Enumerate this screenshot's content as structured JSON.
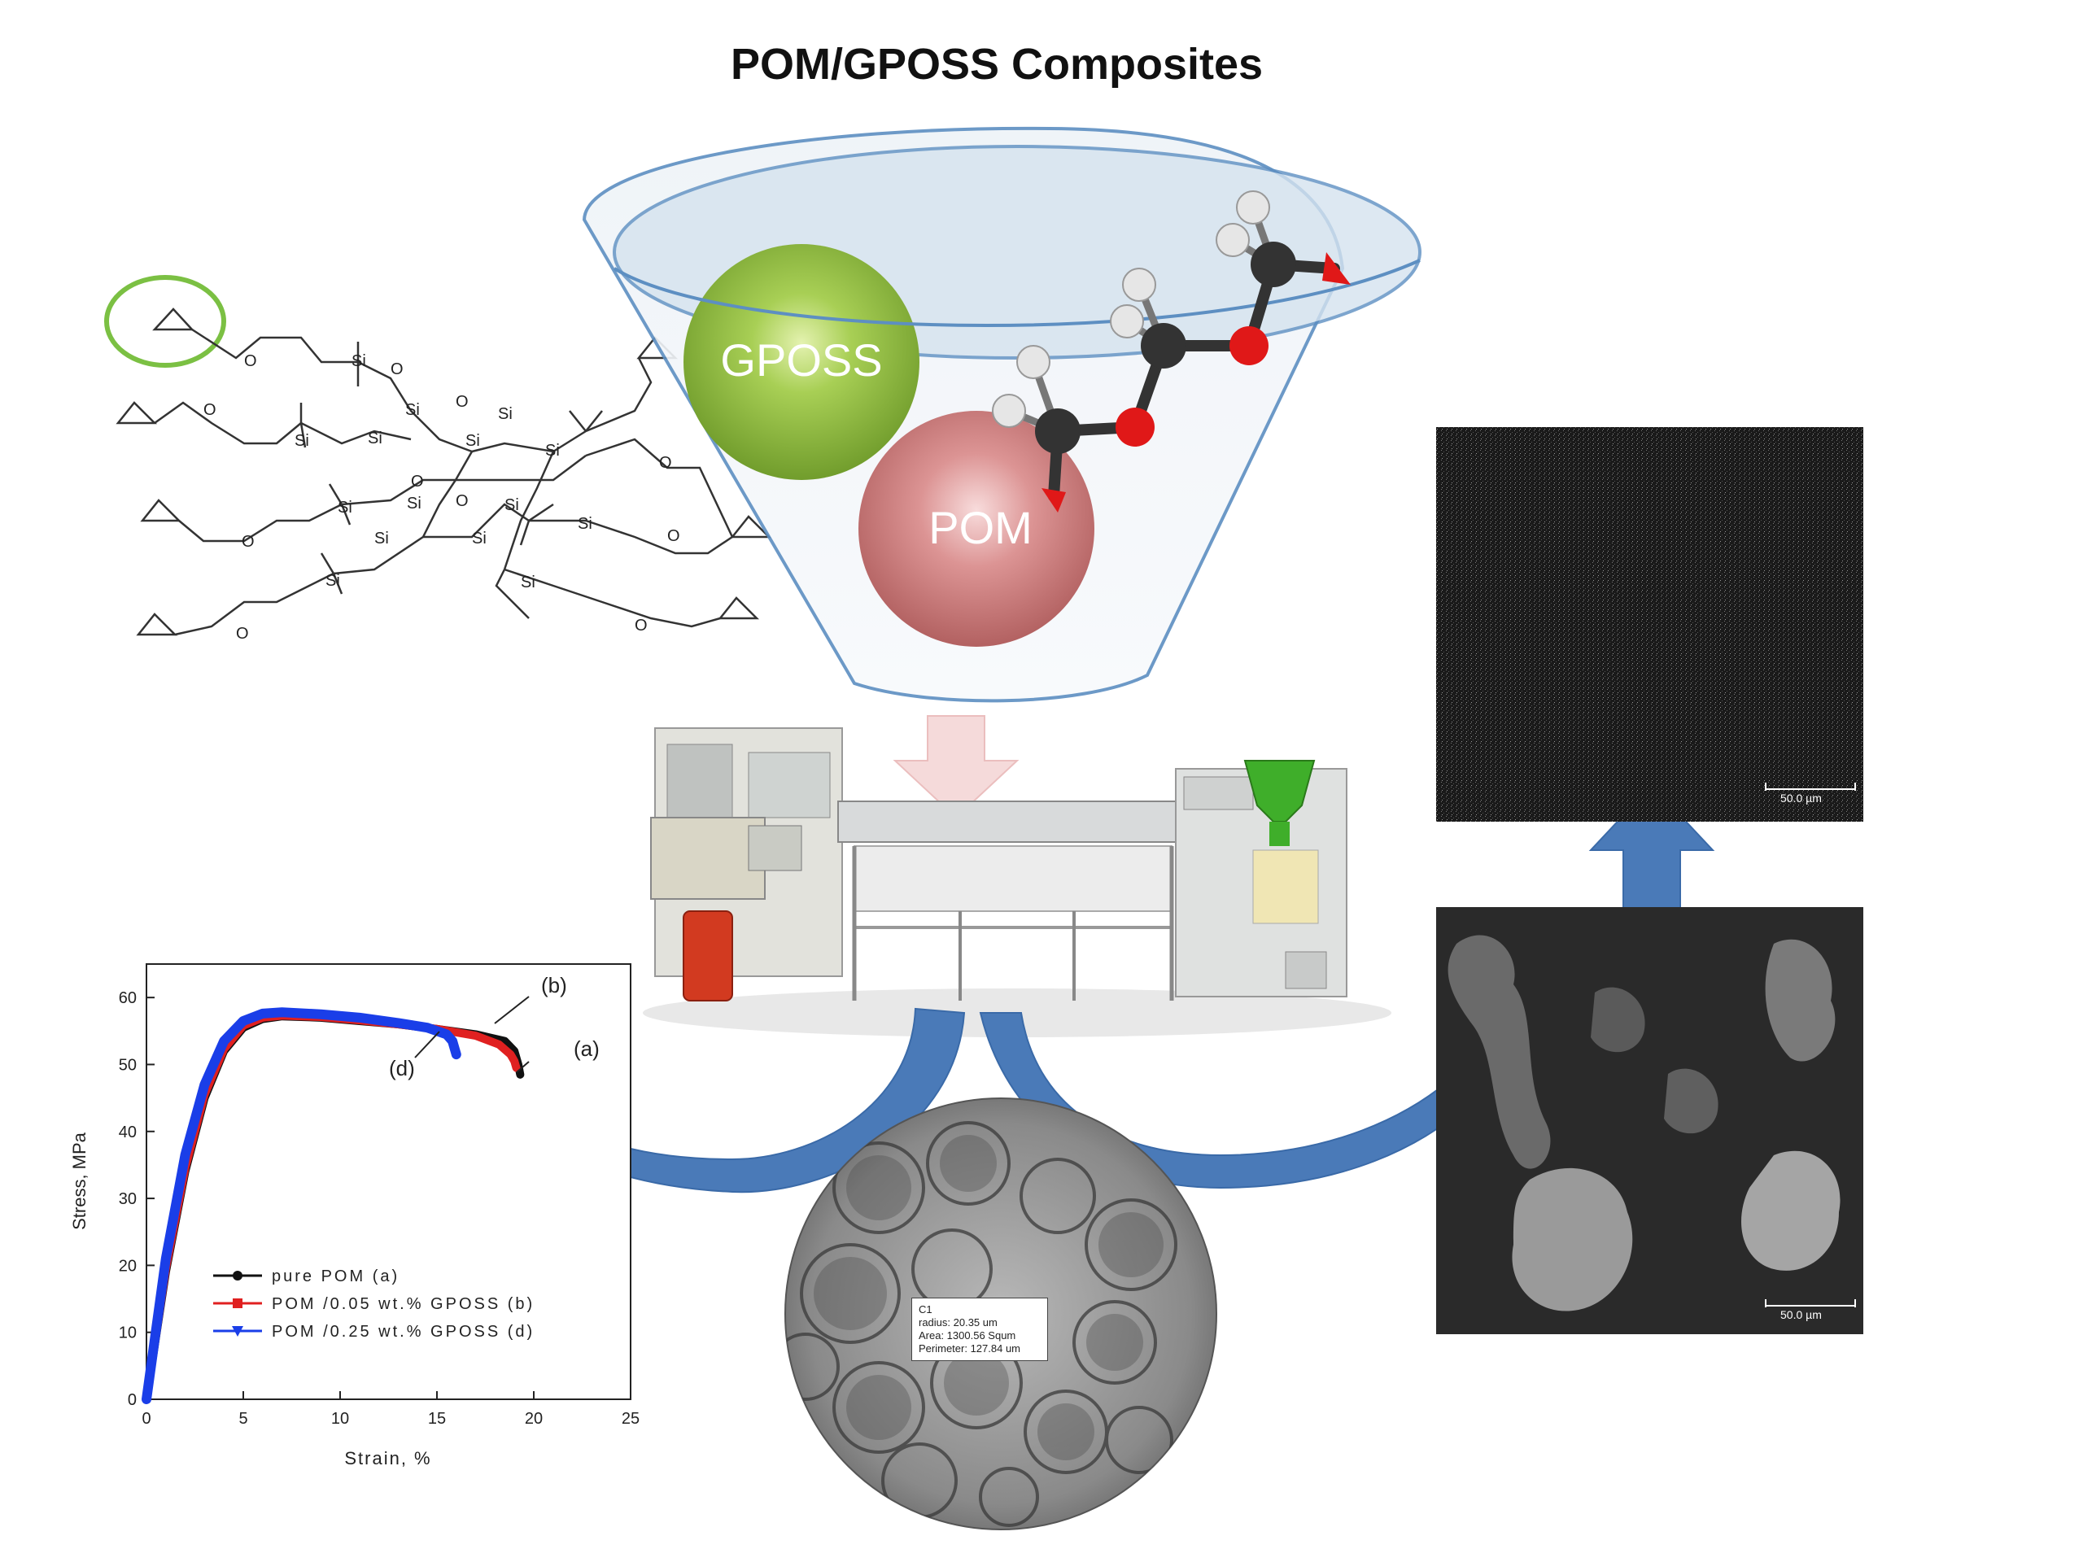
{
  "title": "POM/GPOSS  Composites",
  "funnel": {
    "gposs_label": "GPOSS",
    "pom_label": "POM"
  },
  "molecule": {
    "si_label": "Si",
    "o_label": "O"
  },
  "optical_micrograph": {
    "measurement_lines": [
      "C1",
      "radius: 20.35 um",
      "Area: 1300.56 Squm",
      "Perimeter: 127.84 um"
    ]
  },
  "sem": {
    "top_scale_label": "50.0 µm",
    "bottom_scale_label": "50.0 µm"
  },
  "colors": {
    "gposs": "#8cbf3a",
    "pom": "#d98888",
    "arrow": "#4a7ab8",
    "hopper": "#3fae2a"
  },
  "chart_data": {
    "type": "line",
    "title": "",
    "xlabel": "Strain, %",
    "ylabel": "Stress, MPa",
    "xlim": [
      0,
      25
    ],
    "ylim": [
      0,
      65
    ],
    "xticks": [
      0,
      5,
      10,
      15,
      20,
      25
    ],
    "yticks": [
      0,
      10,
      20,
      30,
      40,
      50,
      60
    ],
    "legend_position": "bottom-left",
    "series": [
      {
        "name": "pure POM (a)",
        "color": "#111111",
        "marker": "circle",
        "x": [
          0,
          1,
          2,
          3,
          4,
          5,
          6,
          7,
          9,
          11,
          13,
          15,
          17,
          18.5,
          19,
          19.2,
          19.3
        ],
        "y": [
          0,
          19,
          34,
          45,
          52,
          55.5,
          56.8,
          57.2,
          57,
          56.5,
          56,
          55.3,
          54.5,
          53.5,
          52,
          50,
          48.5
        ]
      },
      {
        "name": "POM /0.05 wt.% GPOSS (b)",
        "color": "#e02020",
        "marker": "square",
        "x": [
          0,
          1,
          2,
          3,
          4,
          5,
          6,
          7,
          9,
          11,
          13,
          15,
          17,
          18.2,
          18.8,
          19,
          19.1
        ],
        "y": [
          0,
          19.5,
          34.5,
          45.5,
          52.3,
          55.8,
          57,
          57.3,
          57.1,
          56.6,
          56,
          55.3,
          54.3,
          53,
          51.5,
          50.5,
          49.5
        ]
      },
      {
        "name": "POM /0.25 wt.% GPOSS (d)",
        "color": "#1a3ee8",
        "marker": "triangle",
        "x": [
          0,
          1,
          2,
          3,
          4,
          5,
          6,
          7,
          9,
          11,
          13,
          14.5,
          15.5,
          15.8,
          16
        ],
        "y": [
          0,
          21,
          36.5,
          47,
          53.5,
          56.5,
          57.6,
          57.8,
          57.5,
          57,
          56.2,
          55.5,
          54.5,
          53.5,
          51.5
        ]
      }
    ],
    "annotations": [
      "(a)",
      "(b)",
      "(d)"
    ]
  }
}
